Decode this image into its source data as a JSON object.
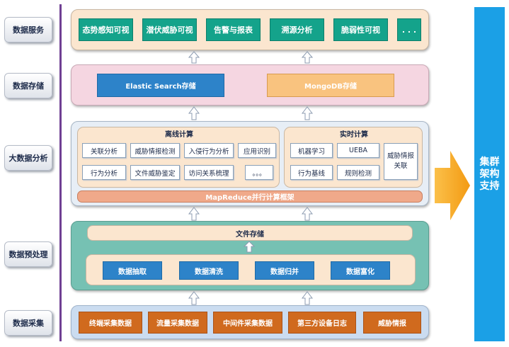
{
  "layers": {
    "services": {
      "label": "数据服务",
      "items": [
        "态势感知可视",
        "潜伏威胁可视",
        "告警与报表",
        "溯源分析",
        "脆弱性可视",
        ". . ."
      ]
    },
    "storage": {
      "label": "数据存储",
      "items": [
        "Elastic Search存储",
        "MongoDB存储"
      ]
    },
    "analysis": {
      "label": "大数据分析",
      "offline_title": "离线计算",
      "offline_items": [
        "关联分析",
        "威胁情报检测",
        "入侵行为分析",
        "应用识别",
        "行为分析",
        "文件威胁鉴定",
        "访问关系梳理",
        "。。。"
      ],
      "realtime_title": "实时计算",
      "realtime_items": [
        "机器学习",
        "UEBA",
        "威胁情报关联",
        "行为基线",
        "规则检测"
      ],
      "framework": "MapReduce并行计算框架"
    },
    "preprocess": {
      "label": "数据预处理",
      "file_storage": "文件存储",
      "items": [
        "数据抽取",
        "数据清洗",
        "数据归并",
        "数据富化"
      ]
    },
    "collection": {
      "label": "数据采集",
      "items": [
        "终端采集数据",
        "流量采集数据",
        "中间件采集数据",
        "第三方设备日志",
        "威胁情报"
      ]
    }
  },
  "cluster": {
    "line1": "集群",
    "line2": "架构",
    "line3": "支持"
  },
  "colors": {
    "accent_blue": "#1ba0e6",
    "arrow_orange": "#f7a51c",
    "teal": "#14a38b",
    "brown": "#d06a1e"
  }
}
